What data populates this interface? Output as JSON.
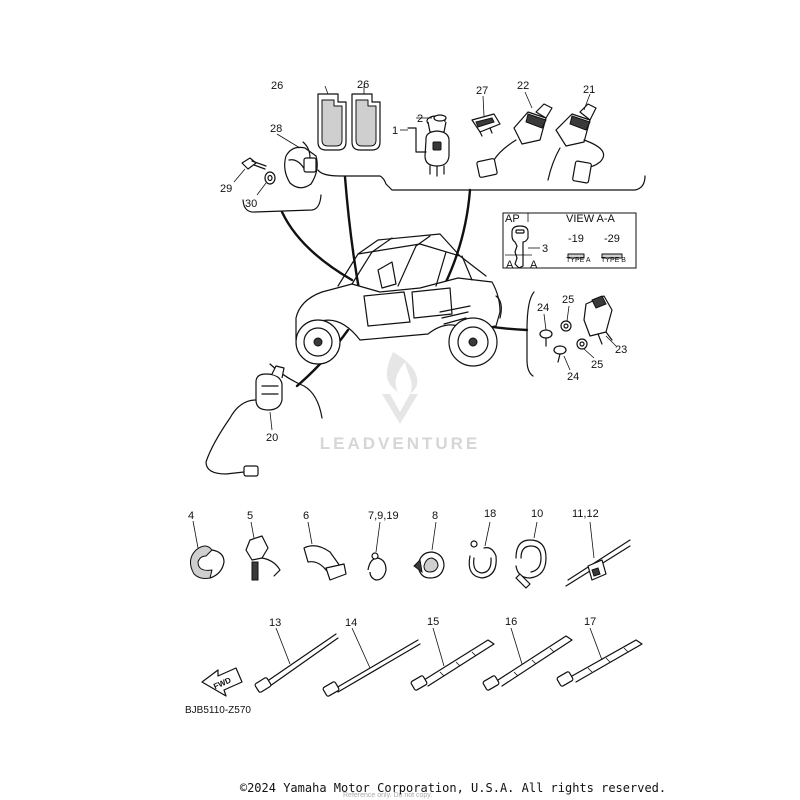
{
  "diagram": {
    "reference_code": "BJB5110-Z570",
    "fwd_label": "FWD",
    "parts": {
      "p1": "1",
      "p2": "2",
      "p3": "3",
      "p4": "4",
      "p5": "5",
      "p6": "6",
      "p7_9_19": "7,9,19",
      "p8": "8",
      "p10": "10",
      "p11_12": "11,12",
      "p13": "13",
      "p14": "14",
      "p15": "15",
      "p16": "16",
      "p17": "17",
      "p18": "18",
      "p20": "20",
      "p21": "21",
      "p22": "22",
      "p23": "23",
      "p24a": "24",
      "p24b": "24",
      "p25a": "25",
      "p25b": "25",
      "p26a": "26",
      "p26b": "26",
      "p27": "27",
      "p28": "28",
      "p29": "29",
      "p30": "30"
    },
    "key_box": {
      "ap_label": "AP",
      "view_label": "VIEW A-A",
      "type_a_code": "-19",
      "type_b_code": "-29",
      "type_a_label": "TYPE A",
      "type_b_label": "TYPE B",
      "section_mark": "A"
    },
    "watermark": {
      "brand": "LEADVENTURE",
      "sub": "Reference only. Do not copy."
    },
    "copyright": "©2024 Yamaha Motor Corporation, U.S.A. All rights reserved."
  }
}
